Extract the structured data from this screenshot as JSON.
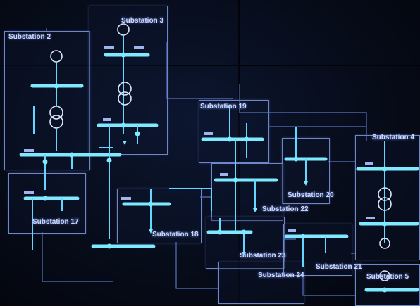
{
  "colors": {
    "background": "#05080f",
    "bus": "#7fe9ff",
    "feeder": "#63d7ff",
    "box_border": "#6f86c9",
    "label": "#cfd9ff"
  },
  "substations": [
    {
      "id": "s2",
      "label": "Substation 2"
    },
    {
      "id": "s3",
      "label": "Substation 3"
    },
    {
      "id": "s17",
      "label": "Substation 17"
    },
    {
      "id": "s18",
      "label": "Substation 18"
    },
    {
      "id": "s19",
      "label": "Substation 19"
    },
    {
      "id": "s20",
      "label": "Substation 20"
    },
    {
      "id": "s22",
      "label": "Substation 22"
    },
    {
      "id": "s23",
      "label": "Substation 23"
    },
    {
      "id": "s24",
      "label": "Substation 24"
    },
    {
      "id": "s21",
      "label": "Substation 21"
    },
    {
      "id": "s4",
      "label": "Substation 4"
    },
    {
      "id": "s5",
      "label": "Substation 5"
    }
  ]
}
